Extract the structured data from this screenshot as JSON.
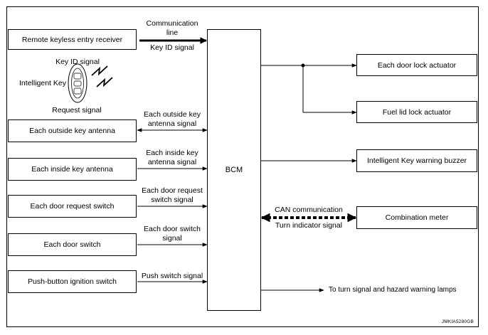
{
  "inputs": {
    "receiver": "Remote keyless entry receiver",
    "outside_antenna": "Each outside key antenna",
    "inside_antenna": "Each inside key antenna",
    "door_request": "Each door request switch",
    "door_switch": "Each door switch",
    "push_button": "Push-button ignition switch"
  },
  "signals": {
    "comm_line": "Communication line",
    "key_id": "Key ID signal",
    "key_id_fob": "Key ID signal",
    "intelligent_key": "Intelligent Key",
    "request": "Request signal",
    "outside_antenna": "Each outside key antenna signal",
    "inside_antenna": "Each inside key antenna signal",
    "door_request": "Each door request switch signal",
    "door_switch": "Each door switch signal",
    "push_switch": "Push switch signal",
    "can": "CAN communication",
    "turn_indicator": "Turn indicator signal"
  },
  "center": {
    "bcm": "BCM"
  },
  "outputs": {
    "door_lock": "Each door lock actuator",
    "fuel_lid": "Fuel lid lock actuator",
    "buzzer": "Intelligent Key warning buzzer",
    "meter": "Combination meter",
    "lamps": "To turn signal and hazard warning lamps"
  },
  "figure_code": "JMKIA5280GB"
}
